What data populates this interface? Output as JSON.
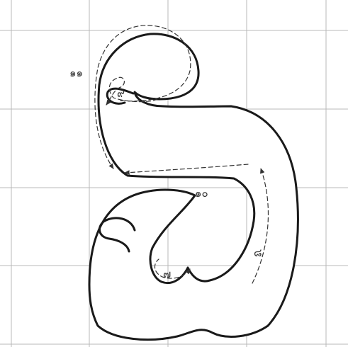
{
  "diagram": {
    "step_labels": {
      "s7": "๗",
      "s8": "๘",
      "s9": "๙",
      "s10": "๑๐",
      "s11": "๑๑"
    }
  }
}
